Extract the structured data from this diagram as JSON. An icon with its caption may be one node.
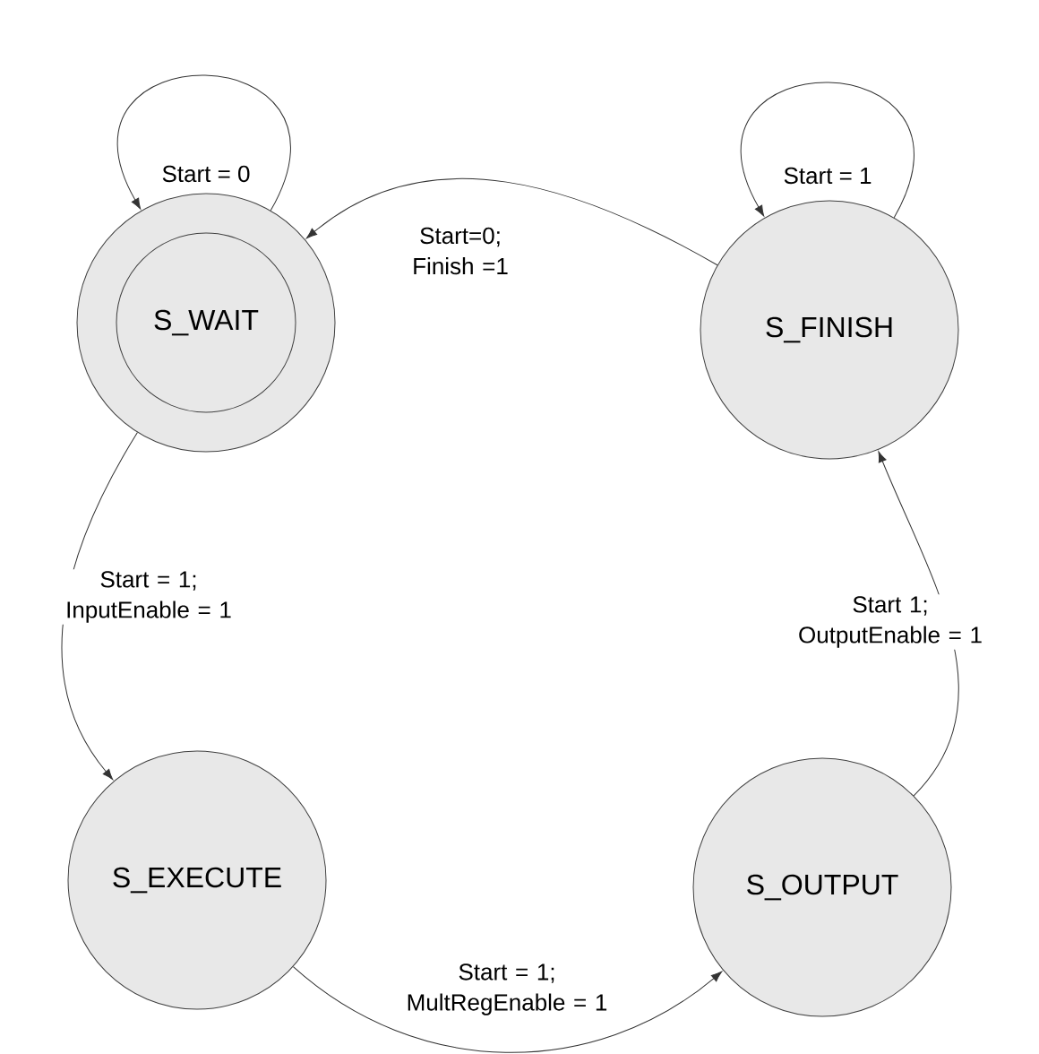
{
  "diagram": {
    "nodes": [
      {
        "text": [
          "S_WAIT"
        ]
      },
      {
        "text": [
          "S_FINISH"
        ]
      },
      {
        "text": [
          "S_EXECUTE"
        ]
      },
      {
        "text": [
          "S_OUTPUT"
        ]
      }
    ],
    "edges": [
      {
        "from": 0,
        "to": 0,
        "arrow": "to",
        "label": "Start = 0"
      },
      {
        "from": 1,
        "to": 1,
        "arrow": "to",
        "label": "Start = 1"
      },
      {
        "from": 1,
        "to": 0,
        "arrow": "to",
        "label": "Start=0; Finish =1"
      },
      {
        "from": 0,
        "to": 2,
        "arrow": "to",
        "label": "Start = 1; InputEnable = 1"
      },
      {
        "from": 2,
        "to": 3,
        "arrow": "to",
        "label": "Start = 1; MultRegEnable = 1"
      },
      {
        "from": 3,
        "to": 1,
        "arrow": "to",
        "label": "Start 1; OutputEnable = 1"
      }
    ]
  }
}
